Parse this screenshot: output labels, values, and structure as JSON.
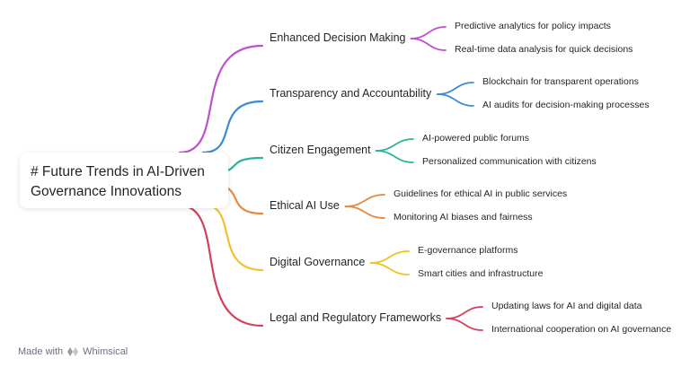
{
  "root": {
    "line1": "# Future Trends in AI-Driven",
    "line2": "Governance Innovations"
  },
  "branches": [
    {
      "label": "Enhanced Decision Making",
      "color": "#c04fd0",
      "leaves": [
        "Predictive analytics for policy impacts",
        "Real-time data analysis for quick decisions"
      ]
    },
    {
      "label": "Transparency and Accountability",
      "color": "#3b8bd4",
      "leaves": [
        "Blockchain for transparent operations",
        "AI audits for decision-making processes"
      ]
    },
    {
      "label": "Citizen Engagement",
      "color": "#2bb39a",
      "leaves": [
        "AI-powered public forums",
        "Personalized communication with citizens"
      ]
    },
    {
      "label": "Ethical AI Use",
      "color": "#e58a3c",
      "leaves": [
        "Guidelines for ethical AI in public services",
        "Monitoring AI biases and fairness"
      ]
    },
    {
      "label": "Digital Governance",
      "color": "#f0c22b",
      "leaves": [
        "E-governance platforms",
        "Smart cities and infrastructure"
      ]
    },
    {
      "label": "Legal and Regulatory Frameworks",
      "color": "#d2415a",
      "leaves": [
        "Updating laws for AI and digital data",
        "International cooperation on AI governance"
      ]
    }
  ],
  "footer": {
    "made_with": "Made with",
    "brand": "Whimsical",
    "logo_icon": "whimsical-logo-icon"
  }
}
